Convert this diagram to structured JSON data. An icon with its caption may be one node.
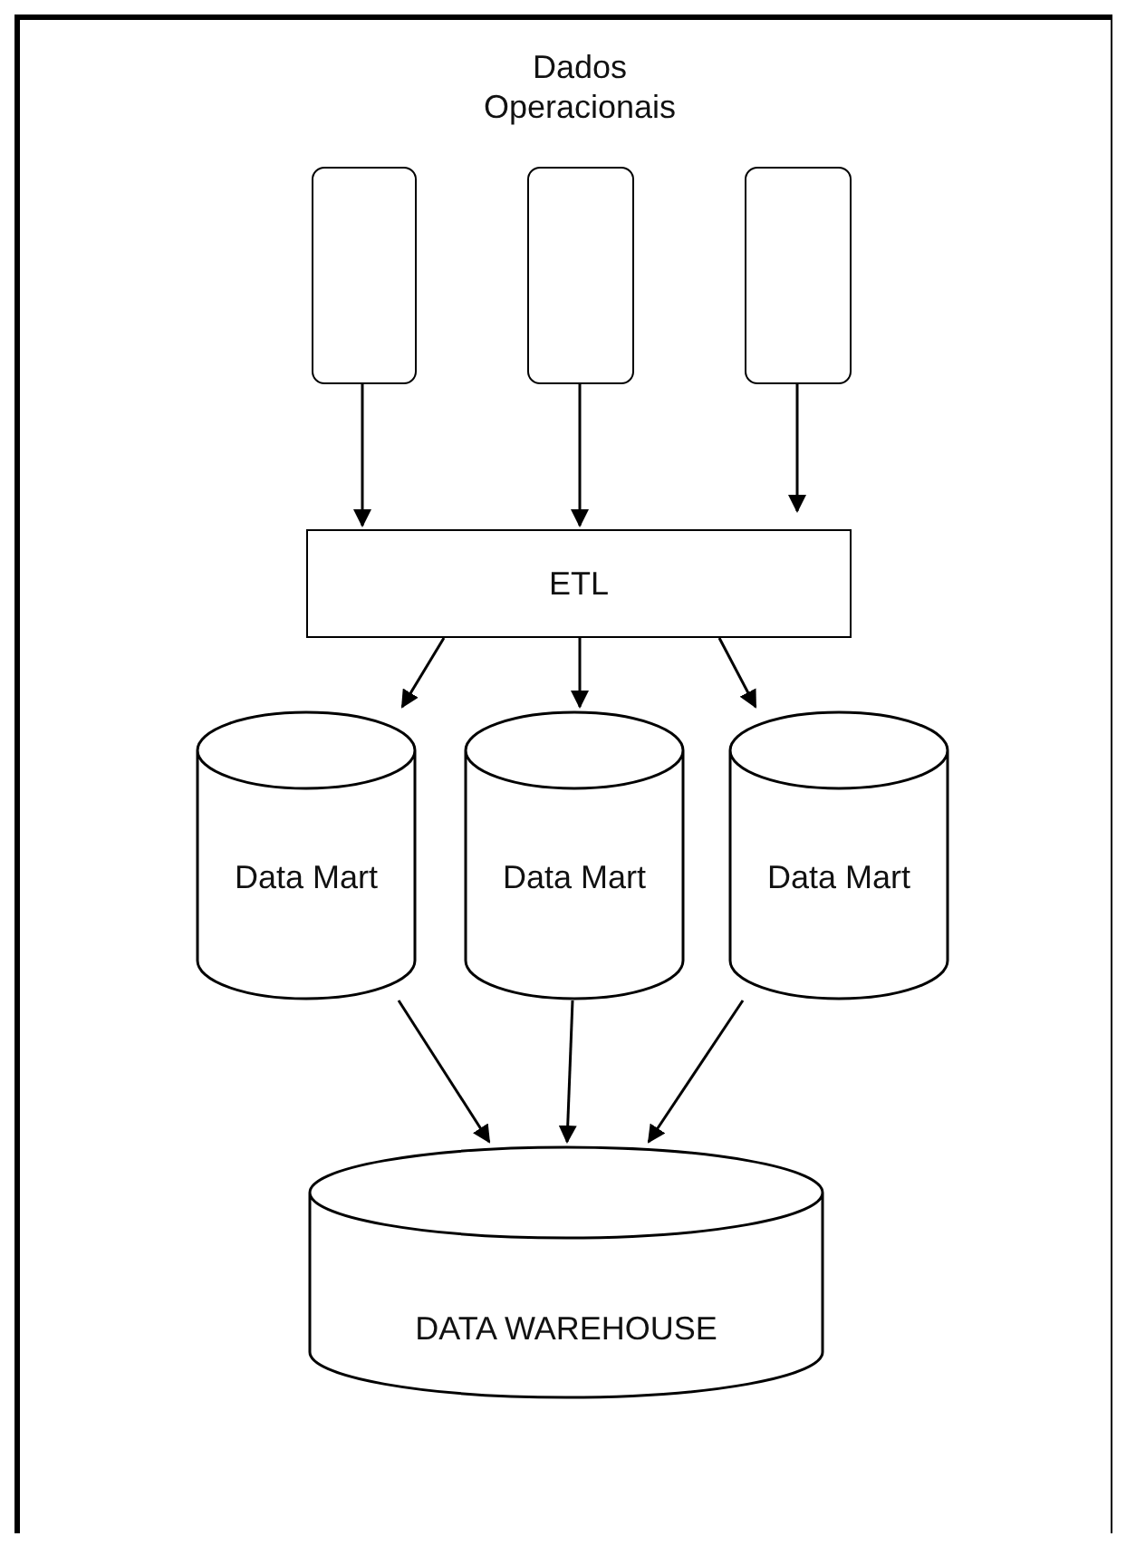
{
  "diagram": {
    "nodes": [
      {
        "text": [],
        "shape": "box"
      },
      {
        "text": [],
        "shape": "box"
      },
      {
        "text": [],
        "shape": "box"
      },
      {
        "text": [
          "ETL"
        ]
      },
      {
        "text": [
          "Data Mart"
        ]
      },
      {
        "text": [
          "Data Mart"
        ]
      },
      {
        "text": [
          "Data Mart"
        ]
      },
      {
        "text": [
          "DATA WAREHOUSE"
        ]
      }
    ],
    "edges": [
      {
        "from": 0,
        "to": 3,
        "arrow": "to"
      },
      {
        "from": 1,
        "to": 3,
        "arrow": "to"
      },
      {
        "from": 2,
        "to": 3,
        "arrow": "to"
      },
      {
        "from": 3,
        "to": 4,
        "arrow": "to"
      },
      {
        "from": 3,
        "to": 5,
        "arrow": "to"
      },
      {
        "from": 3,
        "to": 6,
        "arrow": "to"
      },
      {
        "from": 4,
        "to": 7,
        "arrow": "to"
      },
      {
        "from": 5,
        "to": 7,
        "arrow": "to"
      },
      {
        "from": 6,
        "to": 7,
        "arrow": "to"
      }
    ],
    "labels": [
      "Dados Operacionais"
    ]
  }
}
